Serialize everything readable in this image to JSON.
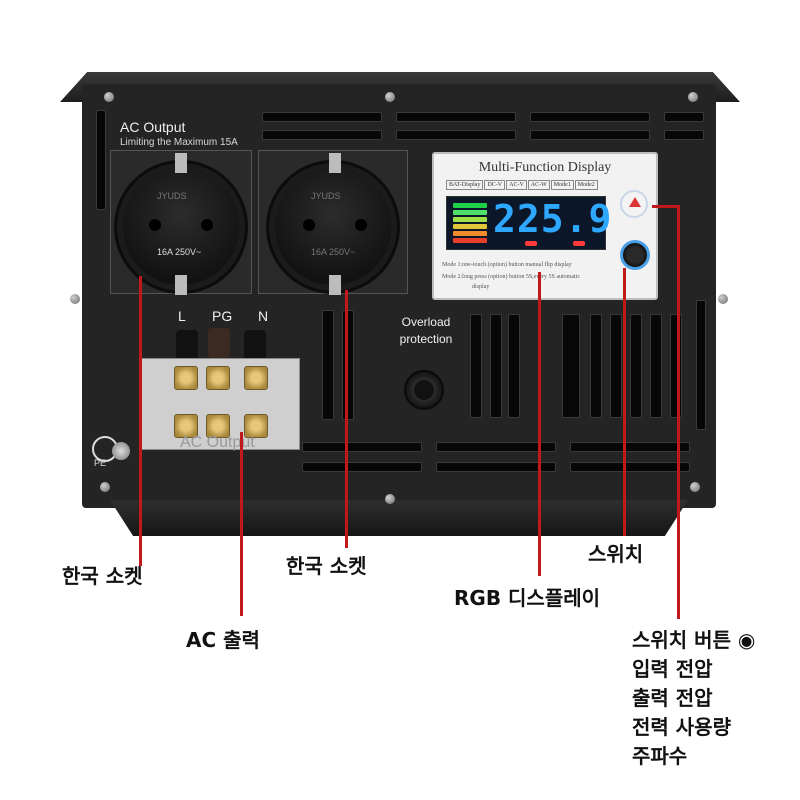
{
  "device": {
    "ac_panel_title": "AC Output",
    "ac_panel_subtitle": "Limiting the Maximum 15A",
    "socket_brand": "JYUDS",
    "socket_rating": "16A 250V~",
    "terminal_labels": [
      "L",
      "PG",
      "N"
    ],
    "terminal_caption": "AC Output",
    "ground_label": "PE",
    "overload_label": "Overload protection"
  },
  "display": {
    "title": "Multi-Function Display",
    "modes": [
      "BAT-Display",
      "DC-V",
      "AC-V",
      "AC-W",
      "Mode1",
      "Mode2"
    ],
    "reading": "225.9",
    "note_1": "Mode 1:one-touch (option) button manual flip display",
    "note_2": "Mode 2:long press (option) button 5S,every 5S automatic",
    "note_3": "display"
  },
  "callouts": {
    "korean_socket_left": "한국 소켓",
    "korean_socket_right": "한국 소켓",
    "ac_output": "AC 출력",
    "rgb_display": "RGB 디스플레이",
    "switch": "스위치",
    "switch_button_functions": [
      "스위치 버튼 ◉",
      "입력 전압",
      "출력 전압",
      "전력 사용량",
      "주파수"
    ]
  },
  "colors": {
    "leader_line": "#c0181b",
    "lcd_digits": "#2ea7ff",
    "device_body": "#242424"
  }
}
